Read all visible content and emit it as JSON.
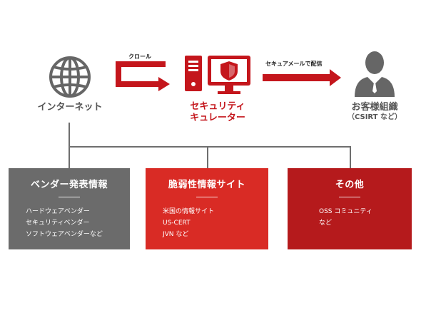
{
  "colors": {
    "red": "#c4161c",
    "gray": "#555555",
    "box_vendor": "#6b6b6b",
    "box_vuln": "#d92b25",
    "box_other": "#b51a1c",
    "connector": "#6e6e6e"
  },
  "nodes": {
    "internet": {
      "label": "インターネット",
      "icon": "globe-icon"
    },
    "curator": {
      "label_line1": "セキュリティ",
      "label_line2": "キュレーター",
      "icon": "computer-shield-icon"
    },
    "customer": {
      "label_line1": "お客様組織",
      "label_line2": "（CSIRT など）",
      "icon": "person-icon"
    }
  },
  "arrows": {
    "crawl": {
      "label": "クロール"
    },
    "deliver": {
      "label": "セキュアメールで配信"
    }
  },
  "boxes": [
    {
      "title": "ベンダー発表情報",
      "items": [
        "ハードウェアベンダー",
        "セキュリティベンダー",
        "ソフトウェアベンダーなど"
      ]
    },
    {
      "title": "脆弱性情報サイト",
      "items": [
        "米国の情報サイト",
        "US-CERT",
        "JVN など"
      ]
    },
    {
      "title": "その他",
      "items": [
        "OSS コミュニティ",
        "など"
      ]
    }
  ]
}
